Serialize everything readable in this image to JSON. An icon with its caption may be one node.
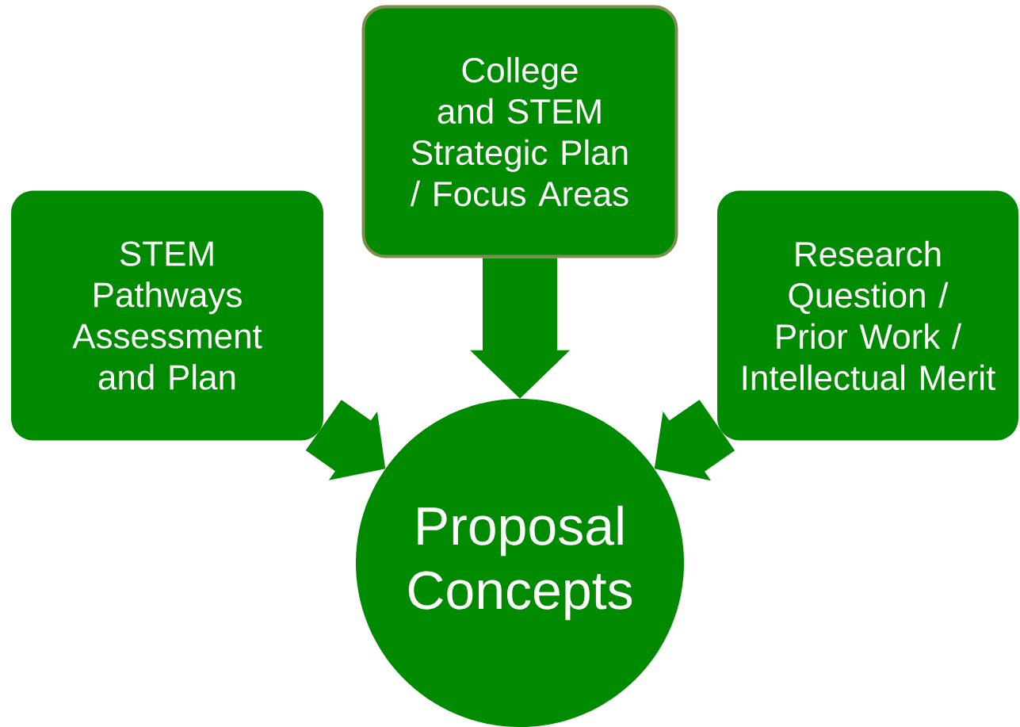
{
  "diagram": {
    "nodes": [
      {
        "text": [
          "STEM Pathways Assessment and Plan"
        ]
      },
      {
        "text": [
          "College and STEM Strategic Plan / Focus Areas"
        ]
      },
      {
        "text": [
          "Research Question / Prior Work / Intellectual Merit"
        ]
      },
      {
        "text": [
          "Proposal Concepts"
        ]
      }
    ],
    "edges": [
      {
        "from": 0,
        "to": 3,
        "arrow": "to"
      },
      {
        "from": 1,
        "to": 3,
        "arrow": "to"
      },
      {
        "from": 2,
        "to": 3,
        "arrow": "to"
      }
    ]
  }
}
